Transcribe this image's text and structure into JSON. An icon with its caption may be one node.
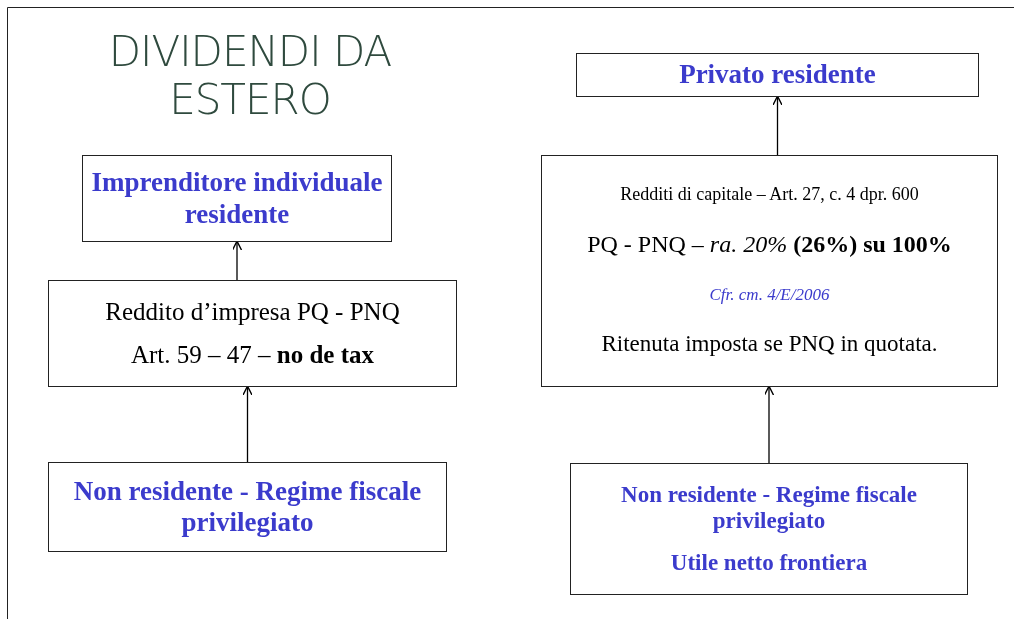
{
  "diagram": {
    "title": "DIVIDENDI DA ESTERO",
    "nodes": [
      {
        "text": [
          "Imprenditore individuale residente"
        ]
      },
      {
        "text": [
          "Reddito d’impresa PQ - PNQ",
          "Art. 59 – 47 – **no de tax**"
        ]
      },
      {
        "text": [
          "Non residente - Regime fiscale privilegiato"
        ]
      },
      {
        "text": [
          "Privato residente"
        ]
      },
      {
        "text": [
          "Redditi di capitale – Art. 27, c. 4 dpr. 600",
          "PQ - PNQ – *ra. 20%* **(26%) su 100%**",
          "Cfr. cm. 4/E/2006",
          "Ritenuta imposta se PNQ in quotata."
        ]
      },
      {
        "text": [
          "Non residente - Regime fiscale privilegiato",
          "Utile netto frontiera"
        ]
      }
    ],
    "edges": [
      {
        "from": 1,
        "to": 0,
        "arrow": "to"
      },
      {
        "from": 2,
        "to": 1,
        "arrow": "to"
      },
      {
        "from": 4,
        "to": 3,
        "arrow": "to"
      },
      {
        "from": 5,
        "to": 4,
        "arrow": "to"
      }
    ]
  }
}
